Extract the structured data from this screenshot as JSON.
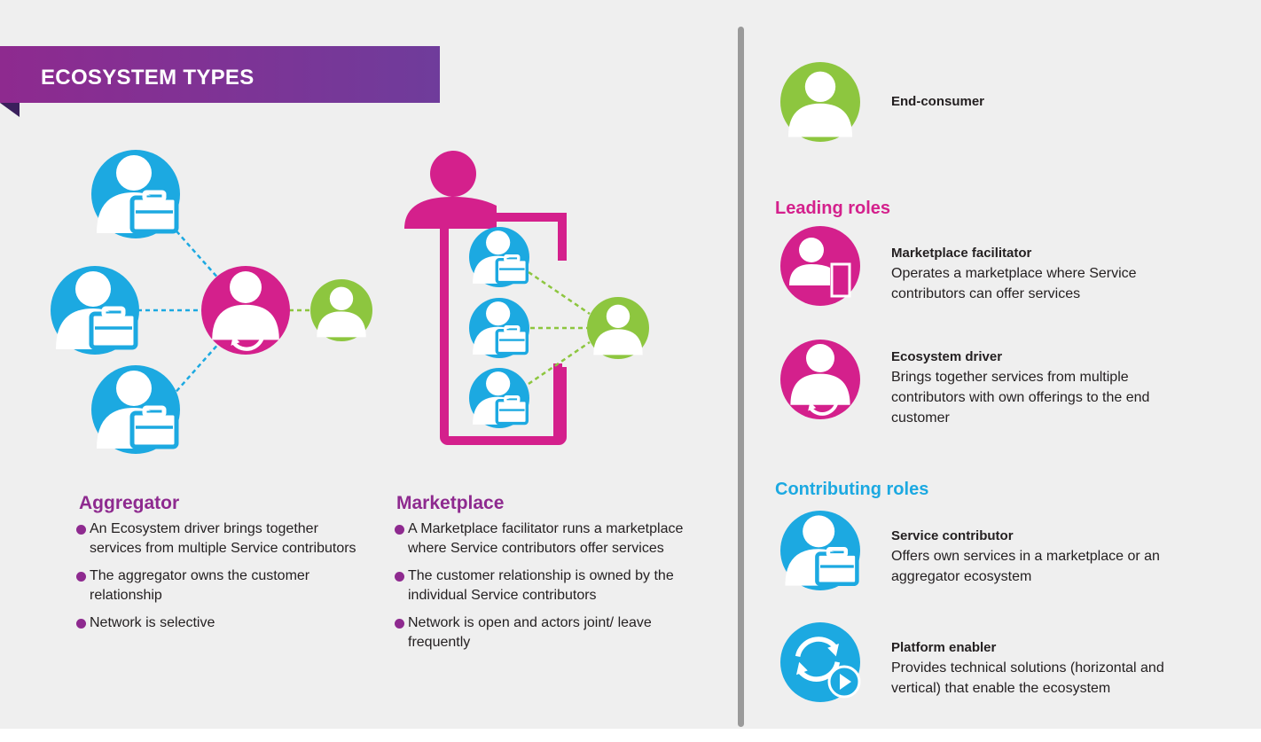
{
  "title": "ECOSYSTEM TYPES",
  "colors": {
    "purple": "#8e2a8f",
    "magenta": "#d4208c",
    "blue": "#1ca9e1",
    "green": "#8dc63f",
    "divider": "#9a9a9a"
  },
  "aggregator": {
    "title": "Aggregator",
    "bullets": [
      "An Ecosystem driver brings together services from multiple Service contributors",
      "The aggregator owns the customer relationship",
      "Network is selective"
    ]
  },
  "marketplace": {
    "title": "Marketplace",
    "bullets": [
      "A Marketplace facilitator runs a marketplace where Service contributors offer services",
      "The customer relationship is owned by the individual Service contributors",
      "Network is open and actors joint/ leave frequently"
    ]
  },
  "legend": {
    "end_consumer": "End-consumer",
    "leading_heading": "Leading roles",
    "contributing_heading": "Contributing roles",
    "roles": [
      {
        "name": "Marketplace facilitator",
        "desc": "Operates a marketplace where Service contributors can offer services"
      },
      {
        "name": "Ecosystem driver",
        "desc": "Brings together services from multiple contributors with own offerings to the end customer"
      },
      {
        "name": "Service contributor",
        "desc": "Offers own services in a marketplace or an aggregator ecosystem"
      },
      {
        "name": "Platform enabler",
        "desc": "Provides technical solutions (horizontal and vertical) that enable the ecosystem"
      }
    ]
  }
}
